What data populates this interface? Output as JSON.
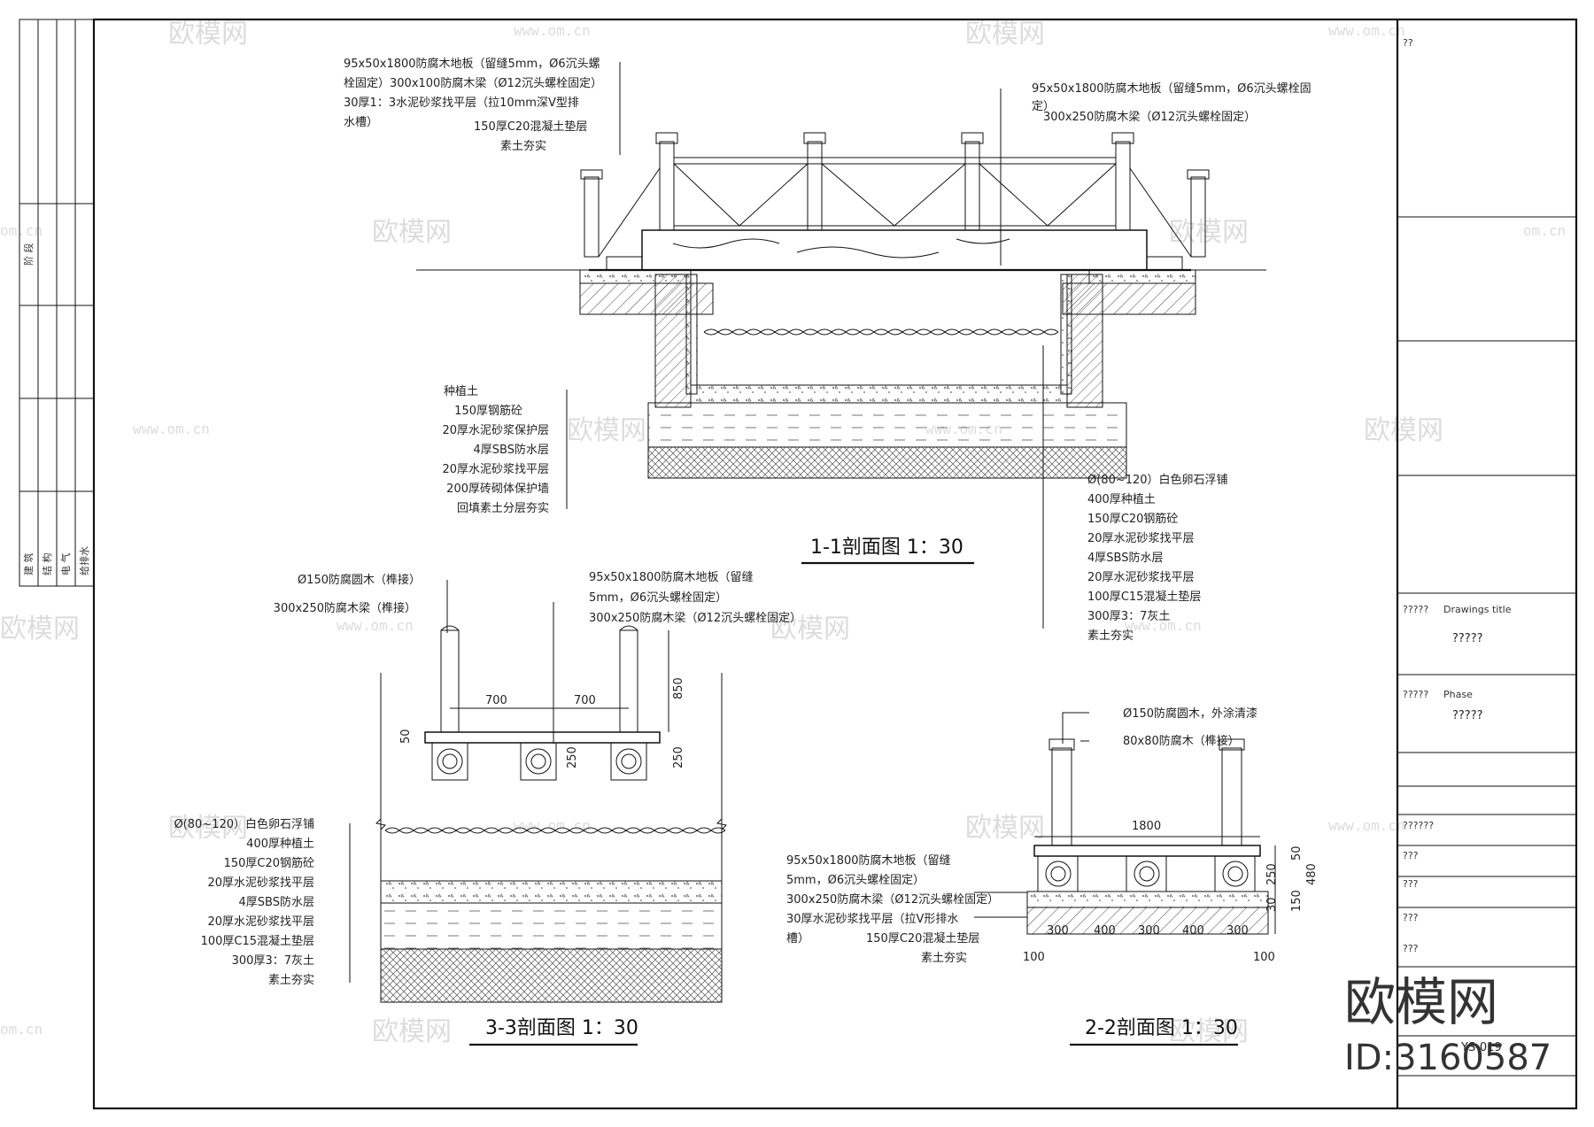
{
  "watermark": {
    "brand": "欧模网",
    "url": "www.om.cn",
    "url_short": "om.cn",
    "id_text": "ID:3160587"
  },
  "left_strip": {
    "label_a": "阶 段",
    "disciplines": [
      "建 筑",
      "结 构",
      "电 气",
      "给排水"
    ]
  },
  "title_block": {
    "top": "??",
    "drawing_title_label": "?????",
    "drawing_title_en": "Drawings title",
    "drawing_title_value": "?????",
    "phase_label": "?????",
    "phase_en": "Phase",
    "phase_value": "?????",
    "row_a": "??????",
    "row_b": "???",
    "row_c": "???",
    "row_d": "???",
    "row_e": "???",
    "drawing_no": "YS-019"
  },
  "section_1": {
    "title": "1-1剖面图 1：30",
    "notes_top_left": [
      "95x50x1800防腐木地板（留缝5mm，Ø6沉头螺",
      "栓固定）300x100防腐木梁（Ø12沉头螺栓固定）",
      "30厚1：3水泥砂浆找平层（拉10mm深V型排",
      "水槽）",
      "150厚C20混凝土垫层",
      "素土夯实"
    ],
    "notes_top_right": [
      "95x50x1800防腐木地板（留缝5mm，Ø6沉头螺栓固",
      "定）",
      "300x250防腐木梁（Ø12沉头螺栓固定）"
    ],
    "notes_left": [
      "种植土",
      "150厚钢筋砼",
      "20厚水泥砂浆保护层",
      "4厚SBS防水层",
      "20厚水泥砂浆找平层",
      "200厚砖砌体保护墙",
      "回填素土分层夯实"
    ],
    "notes_right": [
      "Ø(80~120）白色卵石浮铺",
      "400厚种植土",
      "150厚C20钢筋砼",
      "20厚水泥砂浆找平层",
      "4厚SBS防水层",
      "20厚水泥砂浆找平层",
      "100厚C15混凝土垫层",
      "300厚3：7灰土",
      "素土夯实"
    ]
  },
  "section_3": {
    "title": "3-3剖面图 1：30",
    "notes_top_left": [
      "Ø150防腐圆木（榫接）",
      "300x250防腐木梁（榫接）"
    ],
    "notes_top_right": [
      "95x50x1800防腐木地板（留缝",
      "5mm，Ø6沉头螺栓固定）",
      "300x250防腐木梁（Ø12沉头螺栓固定）"
    ],
    "dims": [
      "700",
      "700",
      "850",
      "50",
      "250",
      "250"
    ],
    "notes_left": [
      "Ø(80~120）白色卵石浮铺",
      "400厚种植土",
      "150厚C20钢筋砼",
      "20厚水泥砂浆找平层",
      "4厚SBS防水层",
      "20厚水泥砂浆找平层",
      "100厚C15混凝土垫层",
      "300厚3：7灰土",
      "素土夯实"
    ]
  },
  "section_2": {
    "title": "2-2剖面图 1：30",
    "notes_top": [
      "Ø150防腐圆木，外涂清漆",
      "80x80防腐木（榫接）"
    ],
    "notes_left": [
      "95x50x1800防腐木地板（留缝",
      "5mm，Ø6沉头螺栓固定）",
      "300x250防腐木梁（Ø12沉头螺栓固定）",
      "30厚水泥砂浆找平层（拉V形排水",
      "槽）",
      "150厚C20混凝土垫层",
      "素土夯实"
    ],
    "dims_top": "1800",
    "dims_right": [
      "50",
      "250",
      "30",
      "150",
      "480"
    ],
    "dims_bottom": [
      "100",
      "300",
      "400",
      "300",
      "400",
      "300",
      "100"
    ]
  }
}
